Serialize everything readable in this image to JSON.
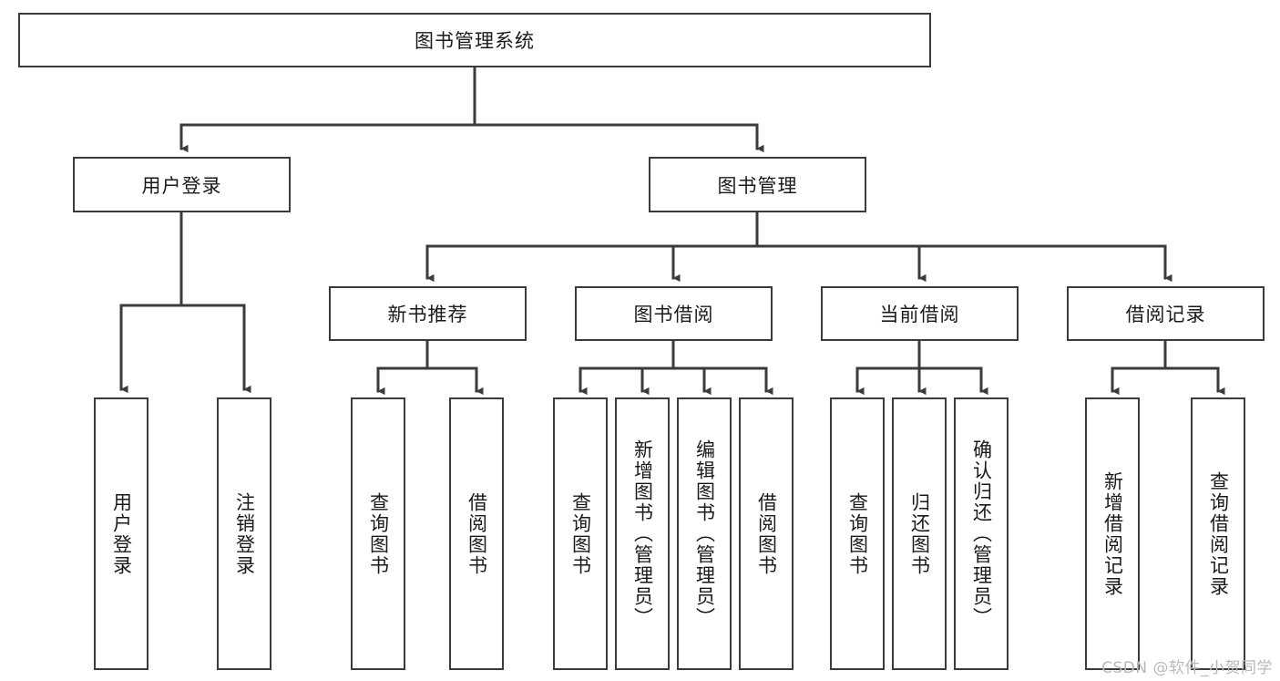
{
  "diagram": {
    "title": "图书管理系统",
    "type": "tree-hierarchy-chart",
    "root": {
      "label": "图书管理系统"
    },
    "level2": [
      {
        "label": "用户登录"
      },
      {
        "label": "图书管理"
      }
    ],
    "level3": [
      {
        "label": "新书推荐"
      },
      {
        "label": "图书借阅"
      },
      {
        "label": "当前借阅"
      },
      {
        "label": "借阅记录"
      }
    ],
    "leaves": {
      "user_login": [
        {
          "label": "用户登录"
        },
        {
          "label": "注销登录"
        }
      ],
      "new_book_recommend": [
        {
          "label": "查询图书"
        },
        {
          "label": "借阅图书"
        }
      ],
      "book_borrow": [
        {
          "label": "查询图书"
        },
        {
          "label": "新增图书（管理员）"
        },
        {
          "label": "编辑图书（管理员）"
        },
        {
          "label": "借阅图书"
        }
      ],
      "current_borrow": [
        {
          "label": "查询图书"
        },
        {
          "label": "归还图书"
        },
        {
          "label": "确认归还（管理员）"
        }
      ],
      "borrow_record": [
        {
          "label": "新增借阅记录"
        },
        {
          "label": "查询借阅记录"
        }
      ]
    }
  },
  "watermark": {
    "text": "CSDN @软件_小贺同学"
  },
  "colors": {
    "stroke": "#3b3b3b",
    "background": "#ffffff",
    "text": "#1a1a1a",
    "watermark": "#b9b9b9"
  }
}
